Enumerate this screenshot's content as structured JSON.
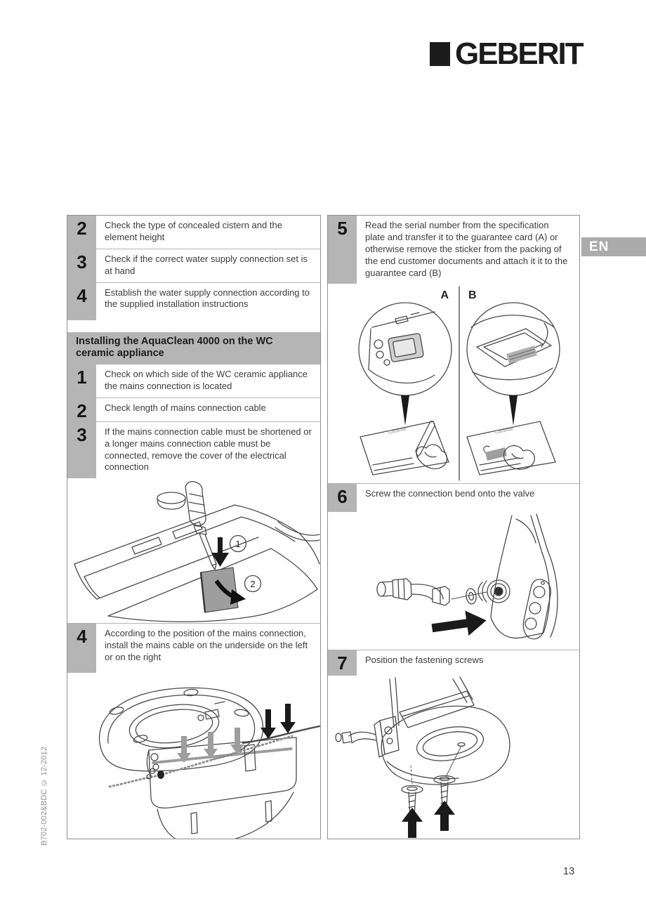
{
  "brand": {
    "logo_text": "GEBERIT"
  },
  "meta": {
    "language_tab": "EN",
    "page_number": "13",
    "imprint_code": "B702-002&BDC © 12-2012"
  },
  "left_column": {
    "pre_steps": [
      {
        "num": "2",
        "text": "Check the type of concealed cistern and the element height"
      },
      {
        "num": "3",
        "text": "Check if the correct water supply connection set is at hand"
      },
      {
        "num": "4",
        "text": "Establish the water supply connection according to the supplied installation instructions"
      }
    ],
    "section_title": "Installing the AquaClean 4000 on the WC ceramic appliance",
    "steps": [
      {
        "num": "1",
        "text": "Check on which side of the WC ceramic appliance the mains connection is located"
      },
      {
        "num": "2",
        "text": "Check length of mains connection cable"
      },
      {
        "num": "3",
        "text": "If the mains connection cable must be shortened or a longer mains connection cable must be connected, remove the cover of the electrical connection"
      },
      {
        "num": "4",
        "text": "According to the position of the mains connection, install the mains cable on the underside on the left or on the right"
      }
    ],
    "cover_illustration": {
      "callout_1": "1",
      "callout_2": "2"
    }
  },
  "right_column": {
    "step_5": {
      "num": "5",
      "text": "Read the serial number from the specification plate and transfer it to the guarantee card (A) or otherwise remove the sticker from the packing of the end customer documents and attach it it to the guarantee card (B)"
    },
    "ab_illustration": {
      "label_a": "A",
      "label_b": "B",
      "card_label_a": "Garantie",
      "card_label_b": "Garantie"
    },
    "step_6": {
      "num": "6",
      "text": "Screw the connection bend onto the valve"
    },
    "step_7": {
      "num": "7",
      "text": "Position the fastening screws"
    }
  },
  "colors": {
    "number_cell_gray": "#b5b5b5",
    "tab_gray": "#ababab",
    "arrow_black": "#1a1a1a",
    "arrow_gray": "#9d9d9d"
  }
}
